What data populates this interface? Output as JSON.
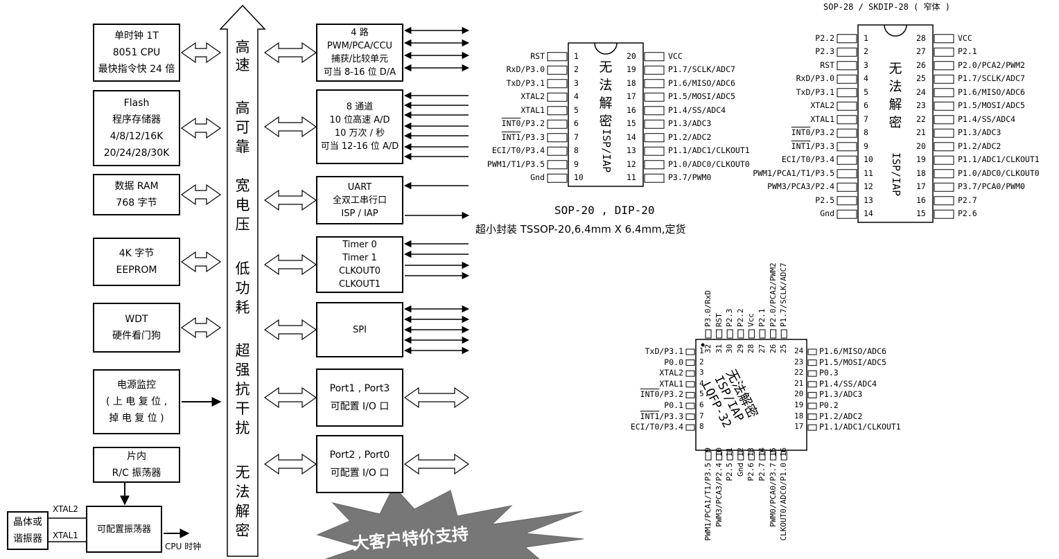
{
  "blocks_left": [
    {
      "lines": [
        "单时钟 1T",
        "8051  CPU",
        "最快指令快 24 倍"
      ]
    },
    {
      "lines": [
        "Flash",
        "程序存储器",
        "4/8/12/16K",
        "20/24/28/30K"
      ]
    },
    {
      "lines": [
        "数据 RAM",
        "768 字节"
      ]
    },
    {
      "lines": [
        "4K 字节",
        "EEPROM"
      ]
    },
    {
      "lines": [
        "WDT",
        "硬件看门狗"
      ]
    },
    {
      "lines": [
        "电源监控",
        "( 上 电 复 位 ,",
        "掉 电 复 位 )"
      ]
    },
    {
      "lines": [
        "片内",
        "R/C 振荡器"
      ]
    }
  ],
  "blocks_right": [
    {
      "lines": [
        "4 路",
        "PWM/PCA/CCU",
        "捕获/比较单元",
        "可当 8-16 位 D/A"
      ]
    },
    {
      "lines": [
        "8 通道",
        "10 位高速 A/D",
        "10 万次 / 秒",
        "可当 12-16 位 A/D"
      ]
    },
    {
      "lines": [
        "UART",
        "全双工串行口",
        "ISP / IAP"
      ]
    },
    {
      "lines": [
        "Timer 0",
        "Timer 1",
        "CLKOUT0",
        "CLKOUT1"
      ]
    },
    {
      "lines": [
        "SPI"
      ]
    },
    {
      "lines": [
        "Port1 , Port3",
        "可配置 I/O 口"
      ]
    },
    {
      "lines": [
        "Port2 , Port0",
        "可配置 I/O 口"
      ]
    }
  ],
  "bus_text": [
    "高",
    "速",
    "高",
    "可",
    "靠",
    "宽",
    "电",
    "压",
    "低",
    "功",
    "耗",
    "超",
    "强",
    "抗",
    "干",
    "扰",
    "无",
    "法",
    "解",
    "密"
  ],
  "oscillator": {
    "crystal_lines": [
      "晶体或",
      "谐振器"
    ],
    "xtal2": "XTAL2",
    "xtal1": "XTAL1",
    "osc_label": "可配置振荡器",
    "cpu_clock": "CPU 时钟"
  },
  "promo": "大客户特价支持",
  "sop20": {
    "caption": "SOP-20 , DIP-20",
    "note": "超小封装 TSSOP-20,6.4mm  X  6.4mm,定货",
    "chip_mark": [
      "无",
      "法",
      "解",
      "密"
    ],
    "isp": "ISP/IAP",
    "left_pins": [
      {
        "num": "1",
        "name": "RST"
      },
      {
        "num": "2",
        "name": "RxD/P3.0"
      },
      {
        "num": "3",
        "name": "TxD/P3.1"
      },
      {
        "num": "4",
        "name": "XTAL2"
      },
      {
        "num": "5",
        "name": "XTAL1"
      },
      {
        "num": "6",
        "name": "INT0",
        "tail": "/P3.2"
      },
      {
        "num": "7",
        "name": "INT1",
        "tail": "/P3.3"
      },
      {
        "num": "8",
        "name": "ECI/T0/P3.4"
      },
      {
        "num": "9",
        "name": "PWM1/T1/P3.5"
      },
      {
        "num": "10",
        "name": "Gnd"
      }
    ],
    "right_pins": [
      {
        "num": "20",
        "name": "VCC"
      },
      {
        "num": "19",
        "name": "P1.7/SCLK/ADC7"
      },
      {
        "num": "18",
        "name": "P1.6/MISO/ADC6"
      },
      {
        "num": "17",
        "name": "P1.5/MOSI/ADC5"
      },
      {
        "num": "16",
        "name": "P1.4/SS/ADC4"
      },
      {
        "num": "15",
        "name": "P1.3/ADC3"
      },
      {
        "num": "14",
        "name": "P1.2/ADC2"
      },
      {
        "num": "13",
        "name": "P1.1/ADC1/CLKOUT1"
      },
      {
        "num": "12",
        "name": "P1.0/ADC0/CLKOUT0"
      },
      {
        "num": "11",
        "name": "P3.7/PWM0"
      }
    ]
  },
  "sop28": {
    "caption": "SOP-28  /  SKDIP-28 ( 窄体 )",
    "chip_mark": [
      "无",
      "法",
      "解",
      "密"
    ],
    "isp": "ISP/IAP",
    "left_pins": [
      {
        "num": "1",
        "name": "P2.2"
      },
      {
        "num": "2",
        "name": "P2.3"
      },
      {
        "num": "3",
        "name": "RST"
      },
      {
        "num": "4",
        "name": "RxD/P3.0"
      },
      {
        "num": "5",
        "name": "TxD/P3.1"
      },
      {
        "num": "6",
        "name": "XTAL2"
      },
      {
        "num": "7",
        "name": "XTAL1"
      },
      {
        "num": "8",
        "name": "INT0",
        "tail": "/P3.2"
      },
      {
        "num": "9",
        "name": "INT1",
        "tail": "/P3.3"
      },
      {
        "num": "10",
        "name": "ECI/T0/P3.4"
      },
      {
        "num": "11",
        "name": "PWM1/PCA1/T1/P3.5"
      },
      {
        "num": "12",
        "name": "PWM3/PCA3/P2.4"
      },
      {
        "num": "13",
        "name": "P2.5"
      },
      {
        "num": "14",
        "name": "Gnd"
      }
    ],
    "right_pins": [
      {
        "num": "28",
        "name": "VCC"
      },
      {
        "num": "27",
        "name": "P2.1"
      },
      {
        "num": "26",
        "name": "P2.0/PCA2/PWM2"
      },
      {
        "num": "25",
        "name": "P1.7/SCLK/ADC7"
      },
      {
        "num": "24",
        "name": "P1.6/MISO/ADC6"
      },
      {
        "num": "23",
        "name": "P1.5/MOSI/ADC5"
      },
      {
        "num": "22",
        "name": "P1.4/SS/ADC4"
      },
      {
        "num": "21",
        "name": "P1.3/ADC3"
      },
      {
        "num": "20",
        "name": "P1.2/ADC2"
      },
      {
        "num": "19",
        "name": "P1.1/ADC1/CLKOUT1"
      },
      {
        "num": "18",
        "name": "P1.0/ADC0/CLKOUT0"
      },
      {
        "num": "17",
        "name": "P3.7/PCA0/PWM0"
      },
      {
        "num": "16",
        "name": "P2.7"
      },
      {
        "num": "15",
        "name": "P2.6"
      }
    ]
  },
  "lqfp32": {
    "chip_mark": "无法解密",
    "isp": "ISP/IAP",
    "package": "LQFP-32",
    "left_pins": [
      {
        "num": "1",
        "name": "TxD/P3.1"
      },
      {
        "num": "2",
        "name": "P0.0"
      },
      {
        "num": "3",
        "name": "XTAL2"
      },
      {
        "num": "4",
        "name": "XTAL1"
      },
      {
        "num": "5",
        "name": "INT0",
        "tail": "/P3.2"
      },
      {
        "num": "6",
        "name": "P0.1"
      },
      {
        "num": "7",
        "name": "INT1",
        "tail": "/P3.3"
      },
      {
        "num": "8",
        "name": "ECI/T0/P3.4"
      }
    ],
    "right_pins": [
      {
        "num": "24",
        "name": "P1.6/MISO/ADC6"
      },
      {
        "num": "23",
        "name": "P1.5/MOSI/ADC5"
      },
      {
        "num": "22",
        "name": "P0.3"
      },
      {
        "num": "21",
        "name": "P1.4/SS/ADC4"
      },
      {
        "num": "20",
        "name": "P1.3/ADC3"
      },
      {
        "num": "19",
        "name": "P0.2"
      },
      {
        "num": "18",
        "name": "P1.2/ADC2"
      },
      {
        "num": "17",
        "name": "P1.1/ADC1/CLKOUT1"
      }
    ],
    "top_pins": [
      {
        "num": "32",
        "name": "P3.0/RxD"
      },
      {
        "num": "31",
        "name": "RST"
      },
      {
        "num": "30",
        "name": "P2.3"
      },
      {
        "num": "29",
        "name": "P2.2"
      },
      {
        "num": "28",
        "name": "Vcc"
      },
      {
        "num": "27",
        "name": "P2.1"
      },
      {
        "num": "26",
        "name": "P2.0/PCA2/PWM2"
      },
      {
        "num": "25",
        "name": "P1.7/SCLK/ADC7"
      }
    ],
    "bottom_pins": [
      {
        "num": "9",
        "name": "PWM1/PCA1/T1/P3.5"
      },
      {
        "num": "10",
        "name": "PWM3/PCA3/P2.4"
      },
      {
        "num": "11",
        "name": "P2.5"
      },
      {
        "num": "12",
        "name": "Gnd"
      },
      {
        "num": "13",
        "name": "P2.6"
      },
      {
        "num": "14",
        "name": "P2.7"
      },
      {
        "num": "15",
        "name": "PWM0/PCA0/P3.7"
      },
      {
        "num": "16",
        "name": "CLKOUT0/ADC0/P1.0"
      }
    ]
  }
}
